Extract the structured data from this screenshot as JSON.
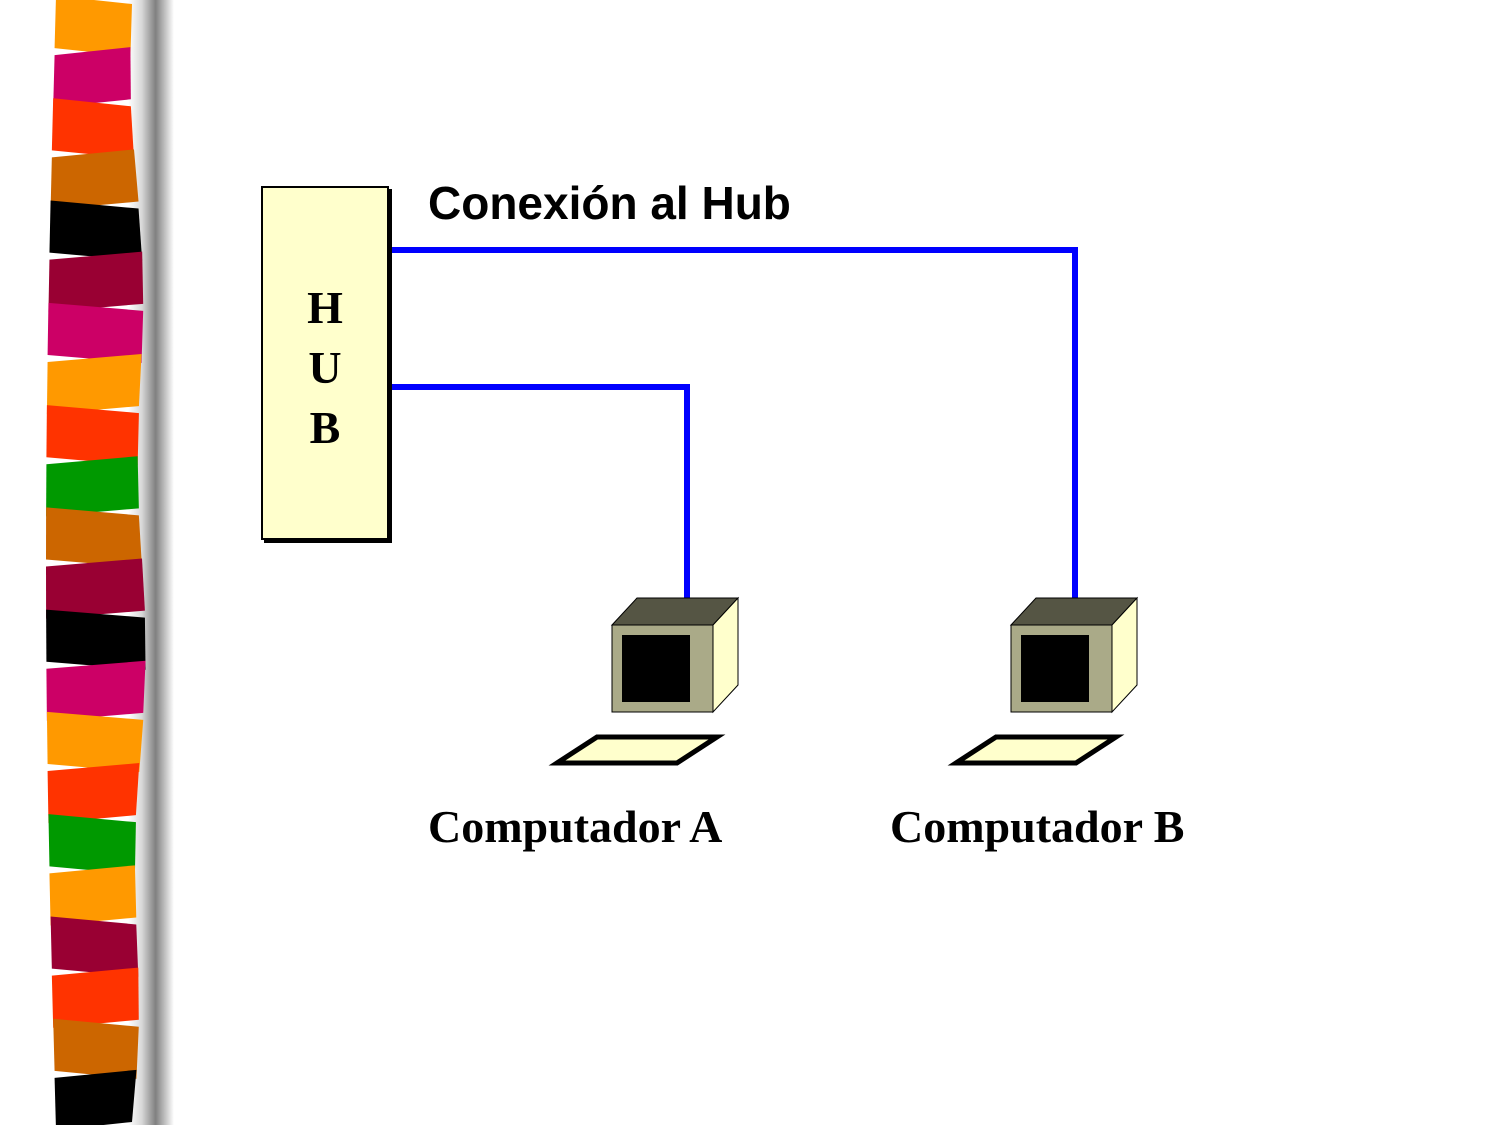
{
  "title": "Conexión al Hub",
  "hub": {
    "letters": [
      "H",
      "U",
      "B"
    ]
  },
  "computers": [
    {
      "label": "Computador A"
    },
    {
      "label": "Computador B"
    }
  ],
  "colors": {
    "cable": "#0000ff",
    "hub_fill": "#ffffcc",
    "monitor_top": "#555544",
    "monitor_front": "#aaaa88",
    "monitor_side": "#ffffcc",
    "screen": "#000000",
    "keyboard_fill": "#ffffcc"
  },
  "border_stripes": [
    "#ff9900",
    "#cc0066",
    "#ff3300",
    "#cc6600",
    "#000000",
    "#990033",
    "#cc0066",
    "#ff9900",
    "#ff3300",
    "#009900",
    "#cc6600",
    "#990033",
    "#000000",
    "#cc0066",
    "#ff9900",
    "#ff3300",
    "#009900",
    "#ff9900",
    "#990033",
    "#ff3300",
    "#cc6600",
    "#000000"
  ]
}
